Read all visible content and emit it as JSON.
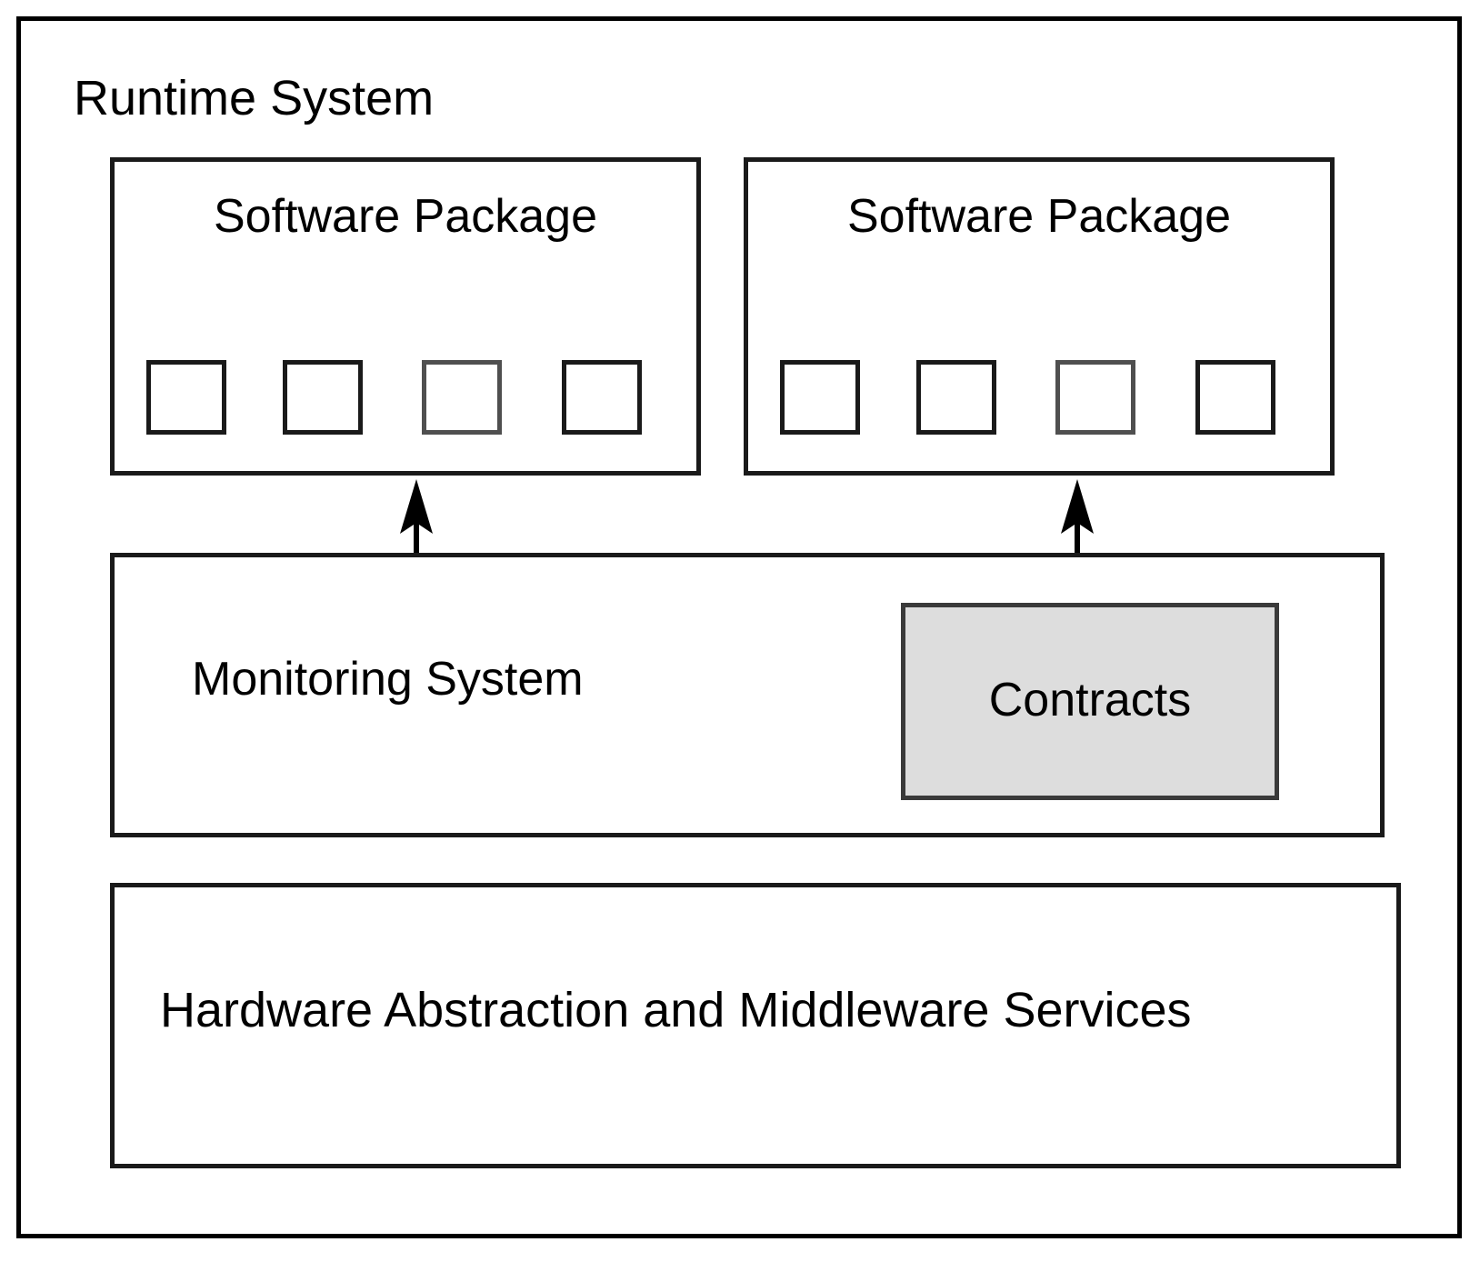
{
  "diagram": {
    "title": "Runtime System",
    "packages": [
      {
        "label": "Software Package",
        "components": [
          {
            "name": "component-1",
            "faded": false
          },
          {
            "name": "component-2",
            "faded": false
          },
          {
            "name": "component-3",
            "faded": true
          },
          {
            "name": "component-4",
            "faded": false
          }
        ]
      },
      {
        "label": "Software Package",
        "components": [
          {
            "name": "component-1",
            "faded": false
          },
          {
            "name": "component-2",
            "faded": false
          },
          {
            "name": "component-3",
            "faded": true
          },
          {
            "name": "component-4",
            "faded": false
          }
        ]
      }
    ],
    "monitoring": {
      "label": "Monitoring System",
      "contracts_label": "Contracts"
    },
    "hardware_layer": {
      "label": "Hardware Abstraction and Middleware Services"
    },
    "arrows": [
      {
        "name": "arrow-monitoring-to-package-left",
        "direction": "up"
      },
      {
        "name": "arrow-monitoring-to-package-right",
        "direction": "up"
      }
    ],
    "colors": {
      "background": "#ffffff",
      "stroke": "#000000",
      "box_stroke": "#1a1a1a",
      "faded_stroke": "#4f4f4f",
      "contracts_fill": "#dddddd",
      "contracts_stroke": "#3a3a3a",
      "text": "#000000"
    }
  }
}
